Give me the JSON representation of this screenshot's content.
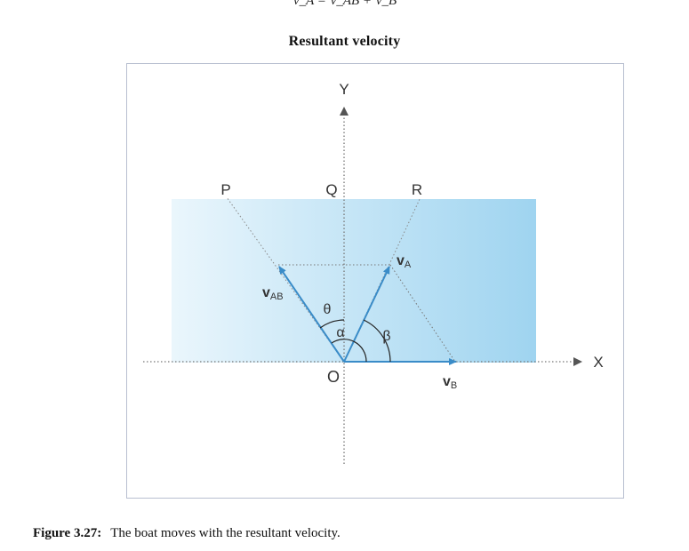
{
  "top_equation": "⃗v_A = ⃗v_AB + ⃗v_B",
  "section_title": "Resultant velocity",
  "diagram": {
    "axis_y_label": "Y",
    "axis_x_label": "X",
    "origin_label": "O",
    "point_p": "P",
    "point_q": "Q",
    "point_r": "R",
    "vector_va_main": "v",
    "vector_va_sub": "A",
    "vector_vab_main": "v",
    "vector_vab_sub": "AB",
    "vector_vb_main": "v",
    "vector_vb_sub": "B",
    "angle_theta": "θ",
    "angle_alpha": "α",
    "angle_beta": "β",
    "colors": {
      "water_light": "#eaf6fc",
      "water_dark": "#9fd4f0",
      "vector": "#3a8cc8",
      "axis": "#888888"
    }
  },
  "caption": {
    "label": "Figure 3.27:",
    "text": "The boat moves with the resultant velocity."
  }
}
